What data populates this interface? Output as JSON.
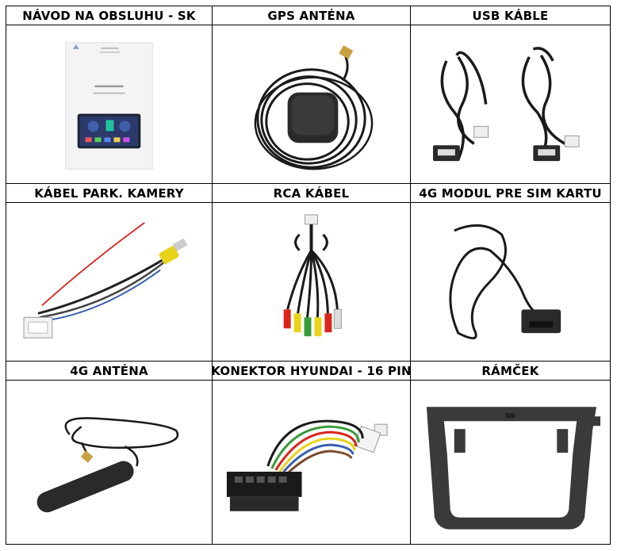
{
  "items": [
    {
      "label": "NÁVOD NA OBSLUHU - SK",
      "icon": "manual-booklet-icon"
    },
    {
      "label": "GPS ANTÉNA",
      "icon": "gps-antenna-icon"
    },
    {
      "label": "USB KÁBLE",
      "icon": "usb-cables-icon"
    },
    {
      "label": "KÁBEL PARK. KAMERY",
      "icon": "parking-camera-cable-icon"
    },
    {
      "label": "RCA KÁBEL",
      "icon": "rca-cable-icon"
    },
    {
      "label": "4G MODUL PRE SIM KARTU",
      "icon": "4g-sim-module-icon"
    },
    {
      "label": "4G ANTÉNA",
      "icon": "4g-antenna-icon"
    },
    {
      "label": "KONEKTOR HYUNDAI - 16 PIN",
      "icon": "hyundai-16pin-connector-icon"
    },
    {
      "label": "RÁMČEK",
      "icon": "frame-icon"
    }
  ],
  "colors": {
    "border": "#000000",
    "cable": "#1a1a1a",
    "yellow": "#e8d21a",
    "red": "#d8261c",
    "frame": "#3a3a3c"
  }
}
